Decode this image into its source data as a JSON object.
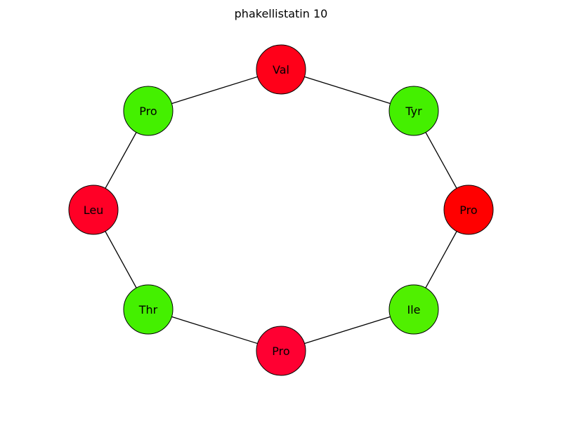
{
  "title": "phakellistatin 10",
  "nodes": [
    {
      "label": "Val",
      "color": "#ff0019"
    },
    {
      "label": "Tyr",
      "color": "#44f000"
    },
    {
      "label": "Pro",
      "color": "#ff0000"
    },
    {
      "label": "Ile",
      "color": "#50f000"
    },
    {
      "label": "Pro",
      "color": "#ff0032"
    },
    {
      "label": "Thr",
      "color": "#44f000"
    },
    {
      "label": "Leu",
      "color": "#ff0026"
    },
    {
      "label": "Pro",
      "color": "#44f000"
    }
  ],
  "edges": [
    [
      0,
      1
    ],
    [
      1,
      2
    ],
    [
      2,
      3
    ],
    [
      3,
      4
    ],
    [
      4,
      5
    ],
    [
      5,
      6
    ],
    [
      6,
      7
    ],
    [
      7,
      0
    ]
  ]
}
